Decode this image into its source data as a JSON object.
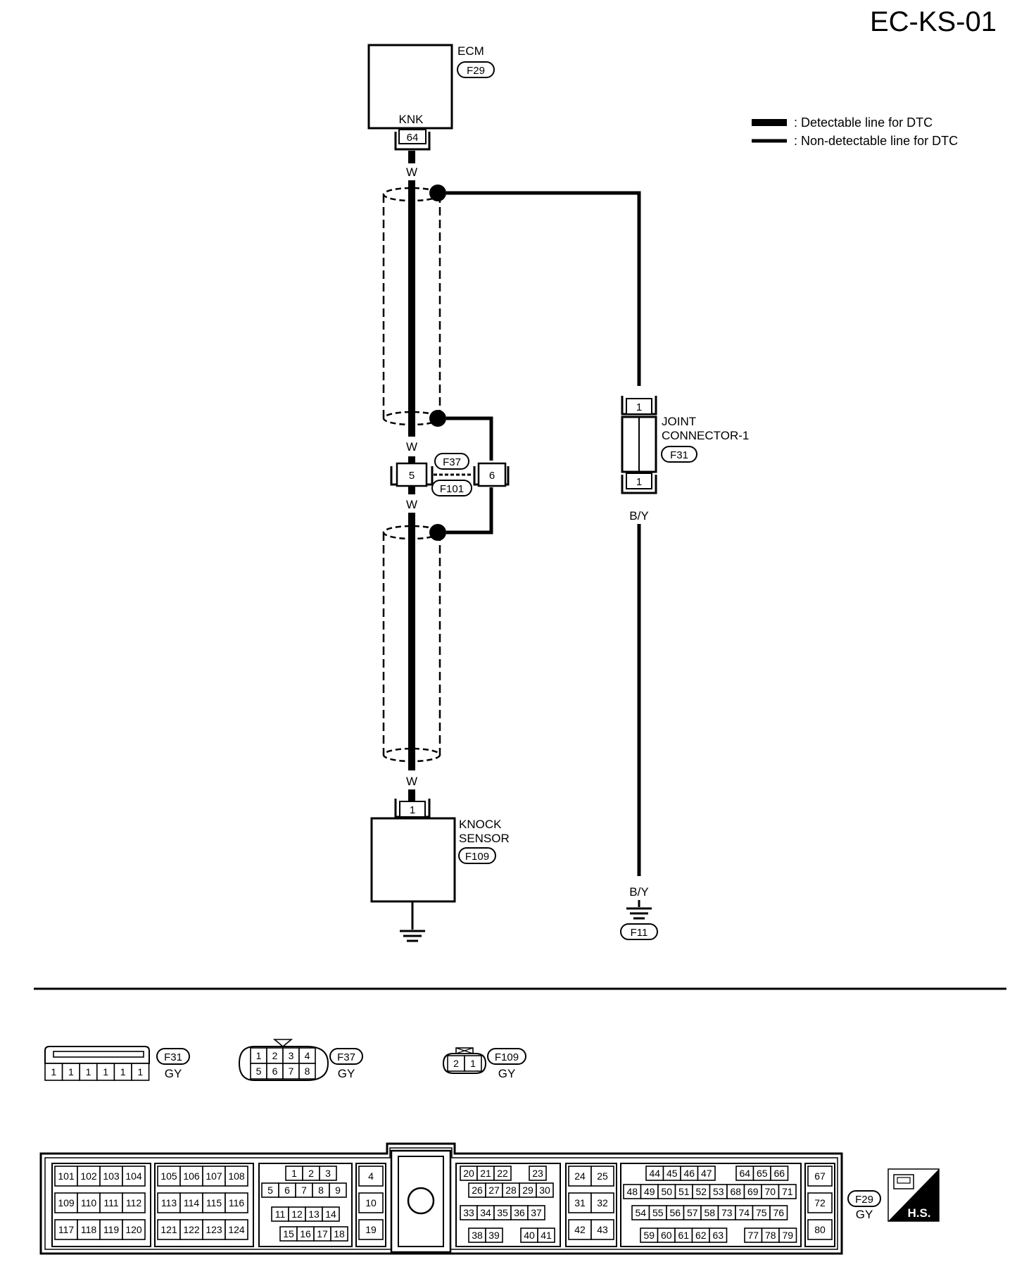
{
  "page_id": "EC-KS-01",
  "legend": {
    "detectable": ": Detectable line for DTC",
    "non_detectable": ": Non-detectable line for DTC"
  },
  "components": {
    "ecm": {
      "name": "ECM",
      "connector": "F29",
      "terminal_name": "KNK",
      "pin": "64"
    },
    "knock_sensor": {
      "name_line1": "KNOCK",
      "name_line2": "SENSOR",
      "connector": "F109",
      "pin": "1"
    },
    "joint_connector": {
      "name_line1": "JOINT",
      "name_line2": "CONNECTOR-1",
      "connector": "F31",
      "pin_top": "1",
      "pin_bottom": "1"
    },
    "inline_connector": {
      "connector_top": "F37",
      "connector_bottom": "F101",
      "pin_left": "5",
      "pin_right": "6"
    },
    "ground": {
      "connector": "F11"
    }
  },
  "wire_colors": {
    "w_ecm": "W",
    "w_mid_top": "W",
    "w_mid_bottom": "W",
    "w_sensor": "W",
    "by_top": "B/Y",
    "by_bottom": "B/Y"
  },
  "connector_faces": {
    "f31": {
      "label": "F31",
      "color": "GY",
      "pins": [
        "1",
        "1",
        "1",
        "1",
        "1",
        "1"
      ]
    },
    "f37": {
      "label": "F37",
      "color": "GY",
      "top": [
        "1",
        "2",
        "3",
        "4"
      ],
      "bottom": [
        "5",
        "6",
        "7",
        "8"
      ]
    },
    "f109": {
      "label": "F109",
      "color": "GY",
      "pins": [
        "2",
        "1"
      ]
    },
    "f29": {
      "label": "F29",
      "color": "GY",
      "hs_label": "H.S.",
      "g1_rows": [
        [
          "101",
          "102",
          "103",
          "104"
        ],
        [
          "109",
          "110",
          "111",
          "112"
        ],
        [
          "117",
          "118",
          "119",
          "120"
        ]
      ],
      "g2_rows": [
        [
          "105",
          "106",
          "107",
          "108"
        ],
        [
          "113",
          "114",
          "115",
          "116"
        ],
        [
          "121",
          "122",
          "123",
          "124"
        ]
      ],
      "g3_r1": [
        "1",
        "2",
        "3"
      ],
      "g3_r2": [
        "5",
        "6",
        "7",
        "8",
        "9"
      ],
      "g3_r3": [
        "11",
        "12",
        "13",
        "14"
      ],
      "g3_r4": [
        "15",
        "16",
        "17",
        "18"
      ],
      "g4_col": [
        "4",
        "10",
        "19"
      ],
      "g5_r1": [
        "20",
        "21",
        "22",
        "23"
      ],
      "g5_r2": [
        "26",
        "27",
        "28",
        "29",
        "30"
      ],
      "g5_r3": [
        "33",
        "34",
        "35",
        "36",
        "37"
      ],
      "g5_r4": [
        "38",
        "39",
        "40",
        "41"
      ],
      "g6_rows": [
        [
          "24",
          "25"
        ],
        [
          "31",
          "32"
        ],
        [
          "42",
          "43"
        ]
      ],
      "g7_r1": [
        "44",
        "45",
        "46",
        "47",
        "64",
        "65",
        "66"
      ],
      "g7_r2": [
        "48",
        "49",
        "50",
        "51",
        "52",
        "53",
        "68",
        "69",
        "70",
        "71"
      ],
      "g7_r3": [
        "54",
        "55",
        "56",
        "57",
        "58",
        "73",
        "74",
        "75",
        "76"
      ],
      "g7_r4": [
        "59",
        "60",
        "61",
        "62",
        "63",
        "77",
        "78",
        "79"
      ],
      "g8_col": [
        "67",
        "72",
        "80"
      ]
    }
  },
  "line_color": "#000000"
}
